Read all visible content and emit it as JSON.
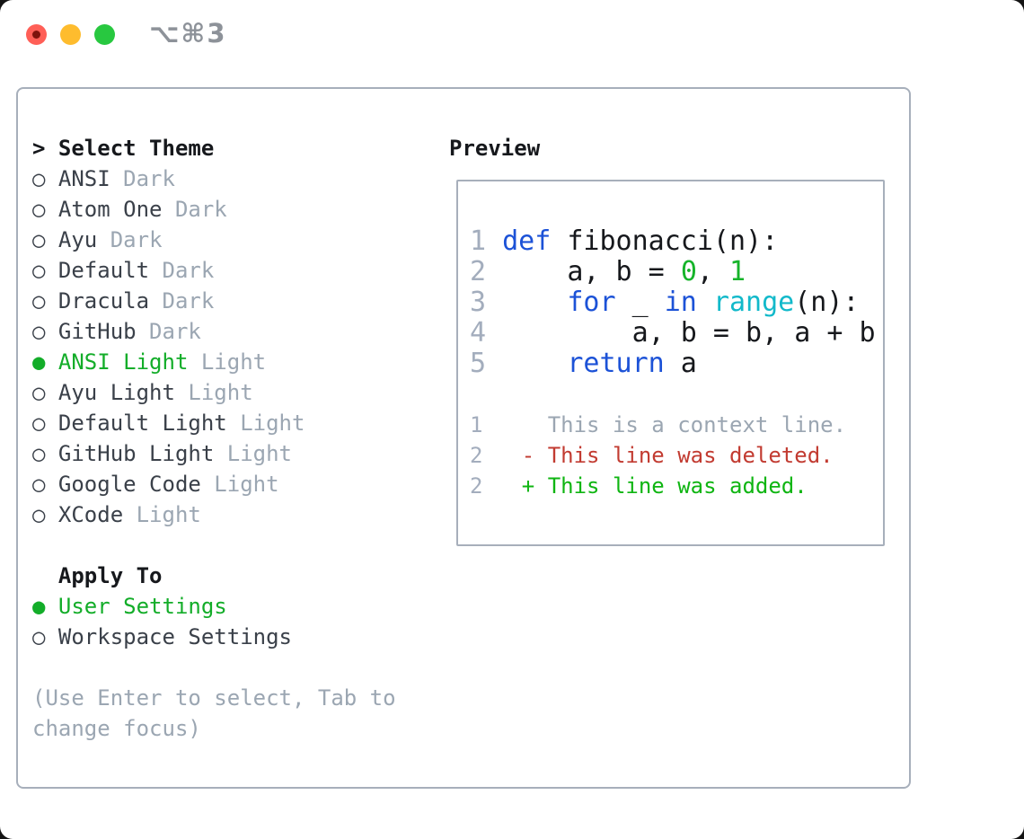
{
  "titlebar": {
    "shortcut": "⌥⌘3",
    "traffic_lights": [
      "close",
      "minimize",
      "zoom"
    ]
  },
  "sidebar": {
    "header": {
      "marker": ">",
      "label": "Select Theme"
    },
    "themes": [
      {
        "name": "ANSI",
        "variant": "Dark",
        "selected": false
      },
      {
        "name": "Atom One",
        "variant": "Dark",
        "selected": false
      },
      {
        "name": "Ayu",
        "variant": "Dark",
        "selected": false
      },
      {
        "name": "Default",
        "variant": "Dark",
        "selected": false
      },
      {
        "name": "Dracula",
        "variant": "Dark",
        "selected": false
      },
      {
        "name": "GitHub",
        "variant": "Dark",
        "selected": false
      },
      {
        "name": "ANSI Light",
        "variant": "Light",
        "selected": true
      },
      {
        "name": "Ayu Light",
        "variant": "Light",
        "selected": false
      },
      {
        "name": "Default Light",
        "variant": "Light",
        "selected": false
      },
      {
        "name": "GitHub Light",
        "variant": "Light",
        "selected": false
      },
      {
        "name": "Google Code",
        "variant": "Light",
        "selected": false
      },
      {
        "name": "XCode",
        "variant": "Light",
        "selected": false
      }
    ],
    "radio_icons": {
      "unselected": "○",
      "selected": "●"
    },
    "apply_to": {
      "header": "Apply To",
      "options": [
        {
          "label": "User Settings",
          "selected": true
        },
        {
          "label": "Workspace Settings",
          "selected": false
        }
      ]
    },
    "hint_lines": [
      "(Use Enter to select, Tab to",
      "change focus)"
    ]
  },
  "preview": {
    "title": "Preview",
    "code_lines": [
      {
        "num": "1",
        "segments": [
          {
            "text": "def",
            "style": "kw"
          },
          {
            "text": " fibonacci(n):",
            "style": "plain"
          }
        ]
      },
      {
        "num": "2",
        "segments": [
          {
            "text": "    a, b = ",
            "style": "plain"
          },
          {
            "text": "0",
            "style": "num"
          },
          {
            "text": ", ",
            "style": "plain"
          },
          {
            "text": "1",
            "style": "num"
          }
        ]
      },
      {
        "num": "3",
        "segments": [
          {
            "text": "    ",
            "style": "plain"
          },
          {
            "text": "for",
            "style": "kw"
          },
          {
            "text": " _ ",
            "style": "plain"
          },
          {
            "text": "in",
            "style": "kw"
          },
          {
            "text": " ",
            "style": "plain"
          },
          {
            "text": "range",
            "style": "fn"
          },
          {
            "text": "(n):",
            "style": "plain"
          }
        ]
      },
      {
        "num": "4",
        "segments": [
          {
            "text": "        a, b = b, a + b",
            "style": "plain"
          }
        ]
      },
      {
        "num": "5",
        "segments": [
          {
            "text": "    ",
            "style": "plain"
          },
          {
            "text": "return",
            "style": "kw"
          },
          {
            "text": " a",
            "style": "plain"
          }
        ]
      }
    ],
    "diff_lines": [
      {
        "num": "1",
        "segments": [
          {
            "text": "    This is a context line.",
            "style": "ctx"
          }
        ]
      },
      {
        "num": "2",
        "segments": [
          {
            "text": "  - This line was deleted.",
            "style": "del"
          }
        ]
      },
      {
        "num": "2",
        "segments": [
          {
            "text": "  + This line was added.",
            "style": "add"
          }
        ]
      }
    ]
  },
  "colors": {
    "border": "#a7afbb",
    "keyword_blue": "#1c52d7",
    "function_cyan": "#12b9ca",
    "number_green": "#16b42a",
    "selection_green": "#13ad29",
    "added_green": "#0fb512",
    "deleted_red": "#c23b31",
    "muted_gray": "#9ba6b2",
    "traffic_red": "#ff5f57",
    "traffic_yellow": "#febc2e",
    "traffic_green": "#28c840"
  }
}
